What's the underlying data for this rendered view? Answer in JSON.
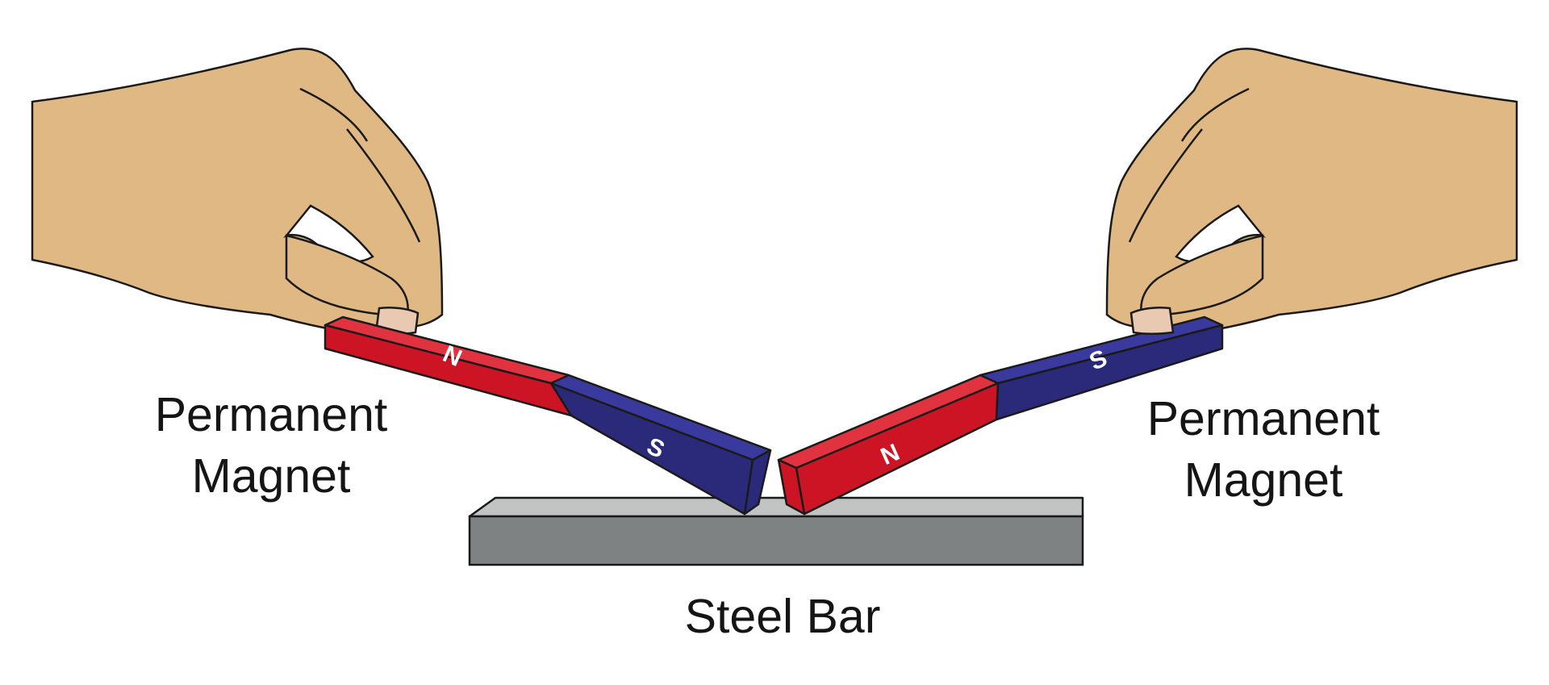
{
  "labels": {
    "left_magnet": [
      "Permanent",
      "Magnet"
    ],
    "right_magnet": [
      "Permanent",
      "Magnet"
    ],
    "steel_bar": "Steel Bar"
  },
  "magnets": {
    "left": {
      "near_end_pole": "N",
      "far_end_pole": "S"
    },
    "right": {
      "near_end_pole": "N",
      "far_end_pole": "S"
    }
  },
  "colors": {
    "north_pole": "#cc1424",
    "north_pole_top": "#e0323f",
    "south_pole": "#2b2a7a",
    "south_pole_top": "#3a3a9e",
    "skin": "#e0b883",
    "nail": "#eac9b2",
    "steel_front": "#7f8283",
    "steel_top": "#c2c4c4",
    "outline": "#1a1a1a",
    "text": "#151515"
  }
}
